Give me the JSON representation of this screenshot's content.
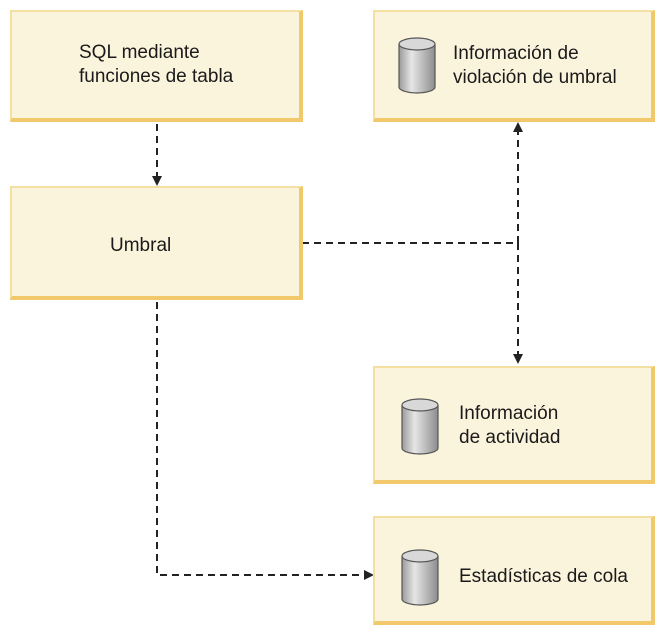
{
  "colors": {
    "box_fill": "#fbf4dd",
    "box_shadow": "#f1c96a",
    "connector": "#222222",
    "database_fill": "#c9c9c9"
  },
  "nodes": {
    "sql_source": {
      "label": "SQL mediante\nfunciones de tabla",
      "icon": "none"
    },
    "threshold": {
      "label": "Umbral",
      "icon": "none"
    },
    "threshold_violations": {
      "label": "Información de\nviolación de umbral",
      "icon": "database-icon"
    },
    "activity_info": {
      "label": "Información\nde actividad",
      "icon": "database-icon"
    },
    "queue_stats": {
      "label": "Estadísticas de cola",
      "icon": "database-icon"
    }
  },
  "edges": [
    {
      "from": "sql_source",
      "to": "threshold",
      "style": "dashed",
      "arrow": "end"
    },
    {
      "from": "threshold",
      "to": "threshold_violations",
      "style": "dashed",
      "arrow": "end"
    },
    {
      "from": "threshold",
      "to": "activity_info",
      "style": "dashed",
      "arrow": "end"
    },
    {
      "from": "threshold",
      "to": "queue_stats",
      "style": "dashed",
      "arrow": "end"
    }
  ]
}
